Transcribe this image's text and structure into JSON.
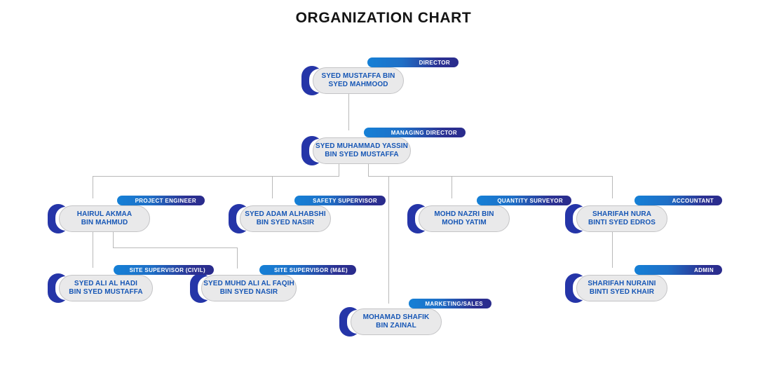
{
  "page": {
    "title": "ORGANIZATION CHART"
  },
  "chart": {
    "type": "org-chart",
    "nodes": [
      {
        "id": "director",
        "role": "DIRECTOR",
        "name_line1": "SYED MUSTAFFA BIN",
        "name_line2": "SYED MAHMOOD",
        "level": 1
      },
      {
        "id": "managing-director",
        "role": "MANAGING DIRECTOR",
        "name_line1": "SYED MUHAMMAD YASSIN",
        "name_line2": "BIN SYED MUSTAFFA",
        "level": 2
      },
      {
        "id": "project-engineer",
        "role": "PROJECT ENGINEER",
        "name_line1": "HAIRUL AKMAA",
        "name_line2": "BIN MAHMUD",
        "level": 3
      },
      {
        "id": "safety-supervisor",
        "role": "SAFETY SUPERVISOR",
        "name_line1": "SYED ADAM ALHABSHI",
        "name_line2": "BIN SYED NASIR",
        "level": 3
      },
      {
        "id": "quantity-surveyor",
        "role": "QUANTITY SURVEYOR",
        "name_line1": "MOHD NAZRI BIN",
        "name_line2": "MOHD YATIM",
        "level": 3
      },
      {
        "id": "accountant",
        "role": "ACCOUNTANT",
        "name_line1": "SHARIFAH NURA",
        "name_line2": "BINTI SYED EDROS",
        "level": 3
      },
      {
        "id": "site-supervisor-civil",
        "role": "SITE SUPERVISOR (CIVIL)",
        "name_line1": "SYED ALI AL HADI",
        "name_line2": "BIN SYED MUSTAFFA",
        "level": 4
      },
      {
        "id": "site-supervisor-me",
        "role": "SITE SUPERVISOR (M&E)",
        "name_line1": "SYED MUHD ALI AL FAQIH",
        "name_line2": "BIN SYED NASIR",
        "level": 4
      },
      {
        "id": "admin",
        "role": "ADMIN",
        "name_line1": "SHARIFAH NURAINI",
        "name_line2": "BINTI SYED KHAIR",
        "level": 4
      },
      {
        "id": "marketing-sales",
        "role": "MARKETING/SALES",
        "name_line1": "MOHAMAD SHAFIK",
        "name_line2": "BIN ZAINAL",
        "level": 4
      }
    ],
    "edges": [
      {
        "from": "director",
        "to": "managing-director"
      },
      {
        "from": "managing-director",
        "to": "project-engineer"
      },
      {
        "from": "managing-director",
        "to": "safety-supervisor"
      },
      {
        "from": "managing-director",
        "to": "quantity-surveyor"
      },
      {
        "from": "managing-director",
        "to": "accountant"
      },
      {
        "from": "managing-director",
        "to": "marketing-sales"
      },
      {
        "from": "project-engineer",
        "to": "site-supervisor-civil"
      },
      {
        "from": "project-engineer",
        "to": "site-supervisor-me"
      },
      {
        "from": "accountant",
        "to": "admin"
      }
    ],
    "colors": {
      "pill_start": "#1580d6",
      "pill_end": "#2a2b8c",
      "node_body": "#e9e9ea",
      "node_border": "#c4c4c6",
      "crescent": "#2535a8",
      "name_text": "#1656b5",
      "line": "#b9b9b9",
      "title_text": "#141414",
      "background": "#ffffff"
    }
  }
}
